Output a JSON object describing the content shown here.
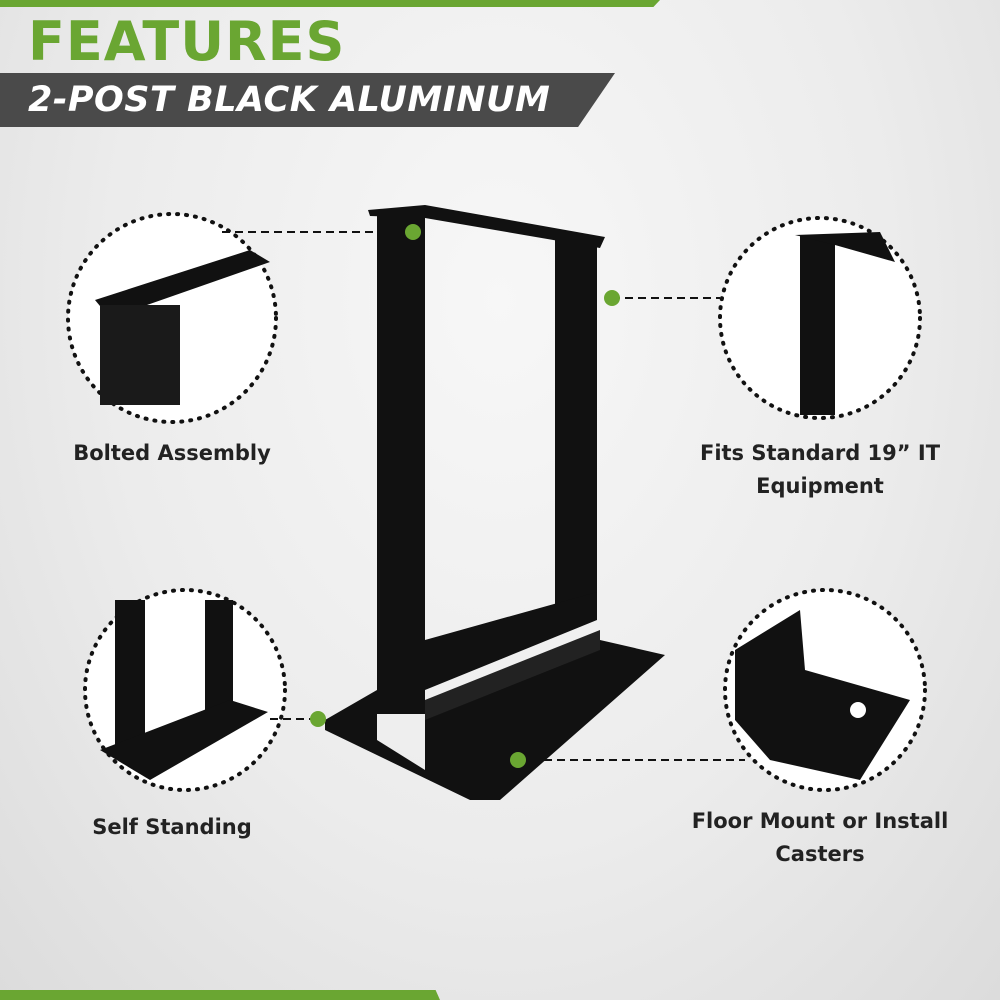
{
  "header": {
    "title": "FEATURES",
    "subtitle": "2-POST BLACK ALUMINUM"
  },
  "features": [
    {
      "label": "Bolted Assembly"
    },
    {
      "label": "Fits Standard 19” IT Equipment"
    },
    {
      "label": "Self Standing"
    },
    {
      "label": "Floor Mount or Install Casters"
    }
  ],
  "colors": {
    "accent": "#6aa632",
    "band": "#4a4a4a",
    "rack": "#111111"
  }
}
